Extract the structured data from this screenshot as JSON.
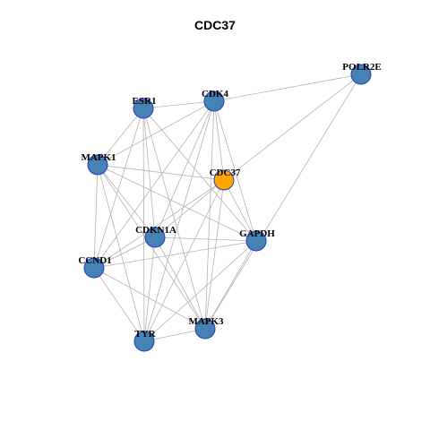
{
  "title": "CDC37",
  "colors": {
    "default_node": "#4682B4",
    "highlight_node": "#FFA500",
    "node_border": "#1F3FBF",
    "edge": "#B3B3B3"
  },
  "nodes": [
    {
      "id": "POLR2E",
      "label": "POLR2E",
      "highlight": false
    },
    {
      "id": "CDK4",
      "label": "CDK4",
      "highlight": false
    },
    {
      "id": "ESR1",
      "label": "ESR1",
      "highlight": false
    },
    {
      "id": "MAPK1",
      "label": "MAPK1",
      "highlight": false
    },
    {
      "id": "CDC37",
      "label": "CDC37",
      "highlight": true
    },
    {
      "id": "CDKN1A",
      "label": "CDKN1A",
      "highlight": false
    },
    {
      "id": "GAPDH",
      "label": "GAPDH",
      "highlight": false
    },
    {
      "id": "CCND1",
      "label": "CCND1",
      "highlight": false
    },
    {
      "id": "MAPK3",
      "label": "MAPK3",
      "highlight": false
    },
    {
      "id": "TYR",
      "label": "TYR",
      "highlight": false
    }
  ],
  "edges": [
    [
      "POLR2E",
      "CDK4"
    ],
    [
      "POLR2E",
      "CDC37"
    ],
    [
      "POLR2E",
      "MAPK3"
    ],
    [
      "ESR1",
      "CDK4"
    ],
    [
      "ESR1",
      "MAPK1"
    ],
    [
      "ESR1",
      "CDKN1A"
    ],
    [
      "ESR1",
      "GAPDH"
    ],
    [
      "ESR1",
      "CCND1"
    ],
    [
      "ESR1",
      "TYR"
    ],
    [
      "ESR1",
      "MAPK3"
    ],
    [
      "CDK4",
      "MAPK1"
    ],
    [
      "CDK4",
      "CDC37"
    ],
    [
      "CDK4",
      "CDKN1A"
    ],
    [
      "CDK4",
      "GAPDH"
    ],
    [
      "CDK4",
      "CCND1"
    ],
    [
      "CDK4",
      "TYR"
    ],
    [
      "CDK4",
      "MAPK3"
    ],
    [
      "MAPK1",
      "CDC37"
    ],
    [
      "MAPK1",
      "CDKN1A"
    ],
    [
      "MAPK1",
      "GAPDH"
    ],
    [
      "MAPK1",
      "CCND1"
    ],
    [
      "MAPK1",
      "TYR"
    ],
    [
      "MAPK1",
      "MAPK3"
    ],
    [
      "CDC37",
      "CDKN1A"
    ],
    [
      "CDC37",
      "GAPDH"
    ],
    [
      "CDC37",
      "CCND1"
    ],
    [
      "CDC37",
      "TYR"
    ],
    [
      "CDC37",
      "MAPK3"
    ],
    [
      "CDKN1A",
      "GAPDH"
    ],
    [
      "CDKN1A",
      "CCND1"
    ],
    [
      "CDKN1A",
      "TYR"
    ],
    [
      "CDKN1A",
      "MAPK3"
    ],
    [
      "GAPDH",
      "CCND1"
    ],
    [
      "GAPDH",
      "TYR"
    ],
    [
      "GAPDH",
      "MAPK3"
    ],
    [
      "CCND1",
      "TYR"
    ],
    [
      "CCND1",
      "MAPK3"
    ],
    [
      "TYR",
      "MAPK3"
    ]
  ]
}
